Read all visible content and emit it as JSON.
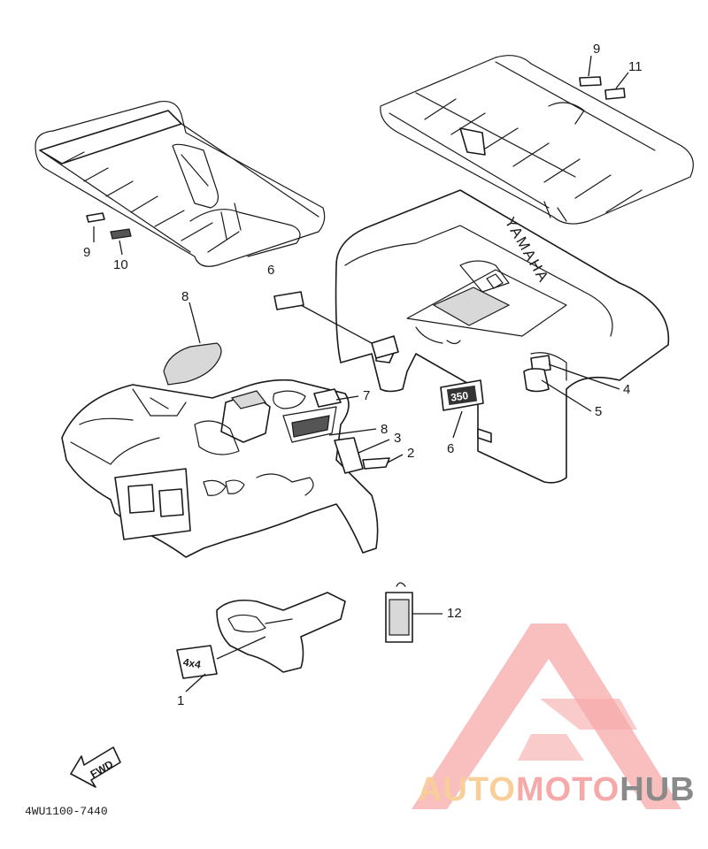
{
  "callouts": {
    "c1": "1",
    "c2": "2",
    "c3": "3",
    "c4": "4",
    "c5": "5",
    "c6a": "6",
    "c6b": "6",
    "c7": "7",
    "c8a": "8",
    "c8b": "8",
    "c9a": "9",
    "c9b": "9",
    "c10": "10",
    "c11": "11",
    "c12": "12"
  },
  "decals": {
    "badge_4x4": "4x4",
    "badge_350": "350",
    "fwd": "FWD",
    "brand": "YAMAHA"
  },
  "diagram_code": "4WU1100-7440",
  "watermark": {
    "part1": "AUTO",
    "part2": "MOTO",
    "part3": "HUB",
    "color_primary": "#f7a8a8",
    "color_accent": "#f8cf9a",
    "color_dark": "#8a8a8a"
  }
}
